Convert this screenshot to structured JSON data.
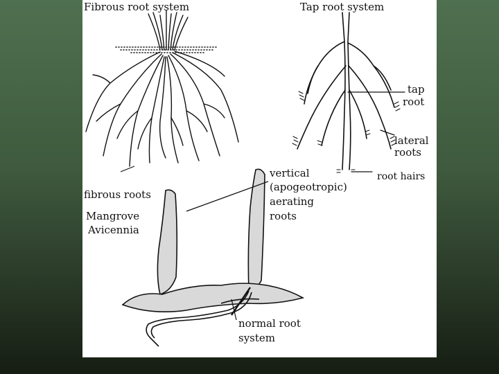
{
  "labels": {
    "fibrous_title": "Fibrous root system",
    "tap_title": "Tap root system",
    "tap_root_line1": "tap",
    "tap_root_line2": "root",
    "lateral_line1": "lateral",
    "lateral_line2": "roots",
    "root_hairs": "root hairs",
    "fibrous_roots": "fibrous roots",
    "mangrove": "Mangrove",
    "avicennia": "Avicennia",
    "vertical_line1": "vertical",
    "vertical_line2": "(apogeotropic)",
    "vertical_line3": "aerating",
    "vertical_line4": "roots",
    "normal_line1": "normal root",
    "normal_line2": "system"
  },
  "colors": {
    "background_top": "#4f7050",
    "background_bottom": "#161d12",
    "panel": "#ffffff",
    "ink": "#111111"
  }
}
